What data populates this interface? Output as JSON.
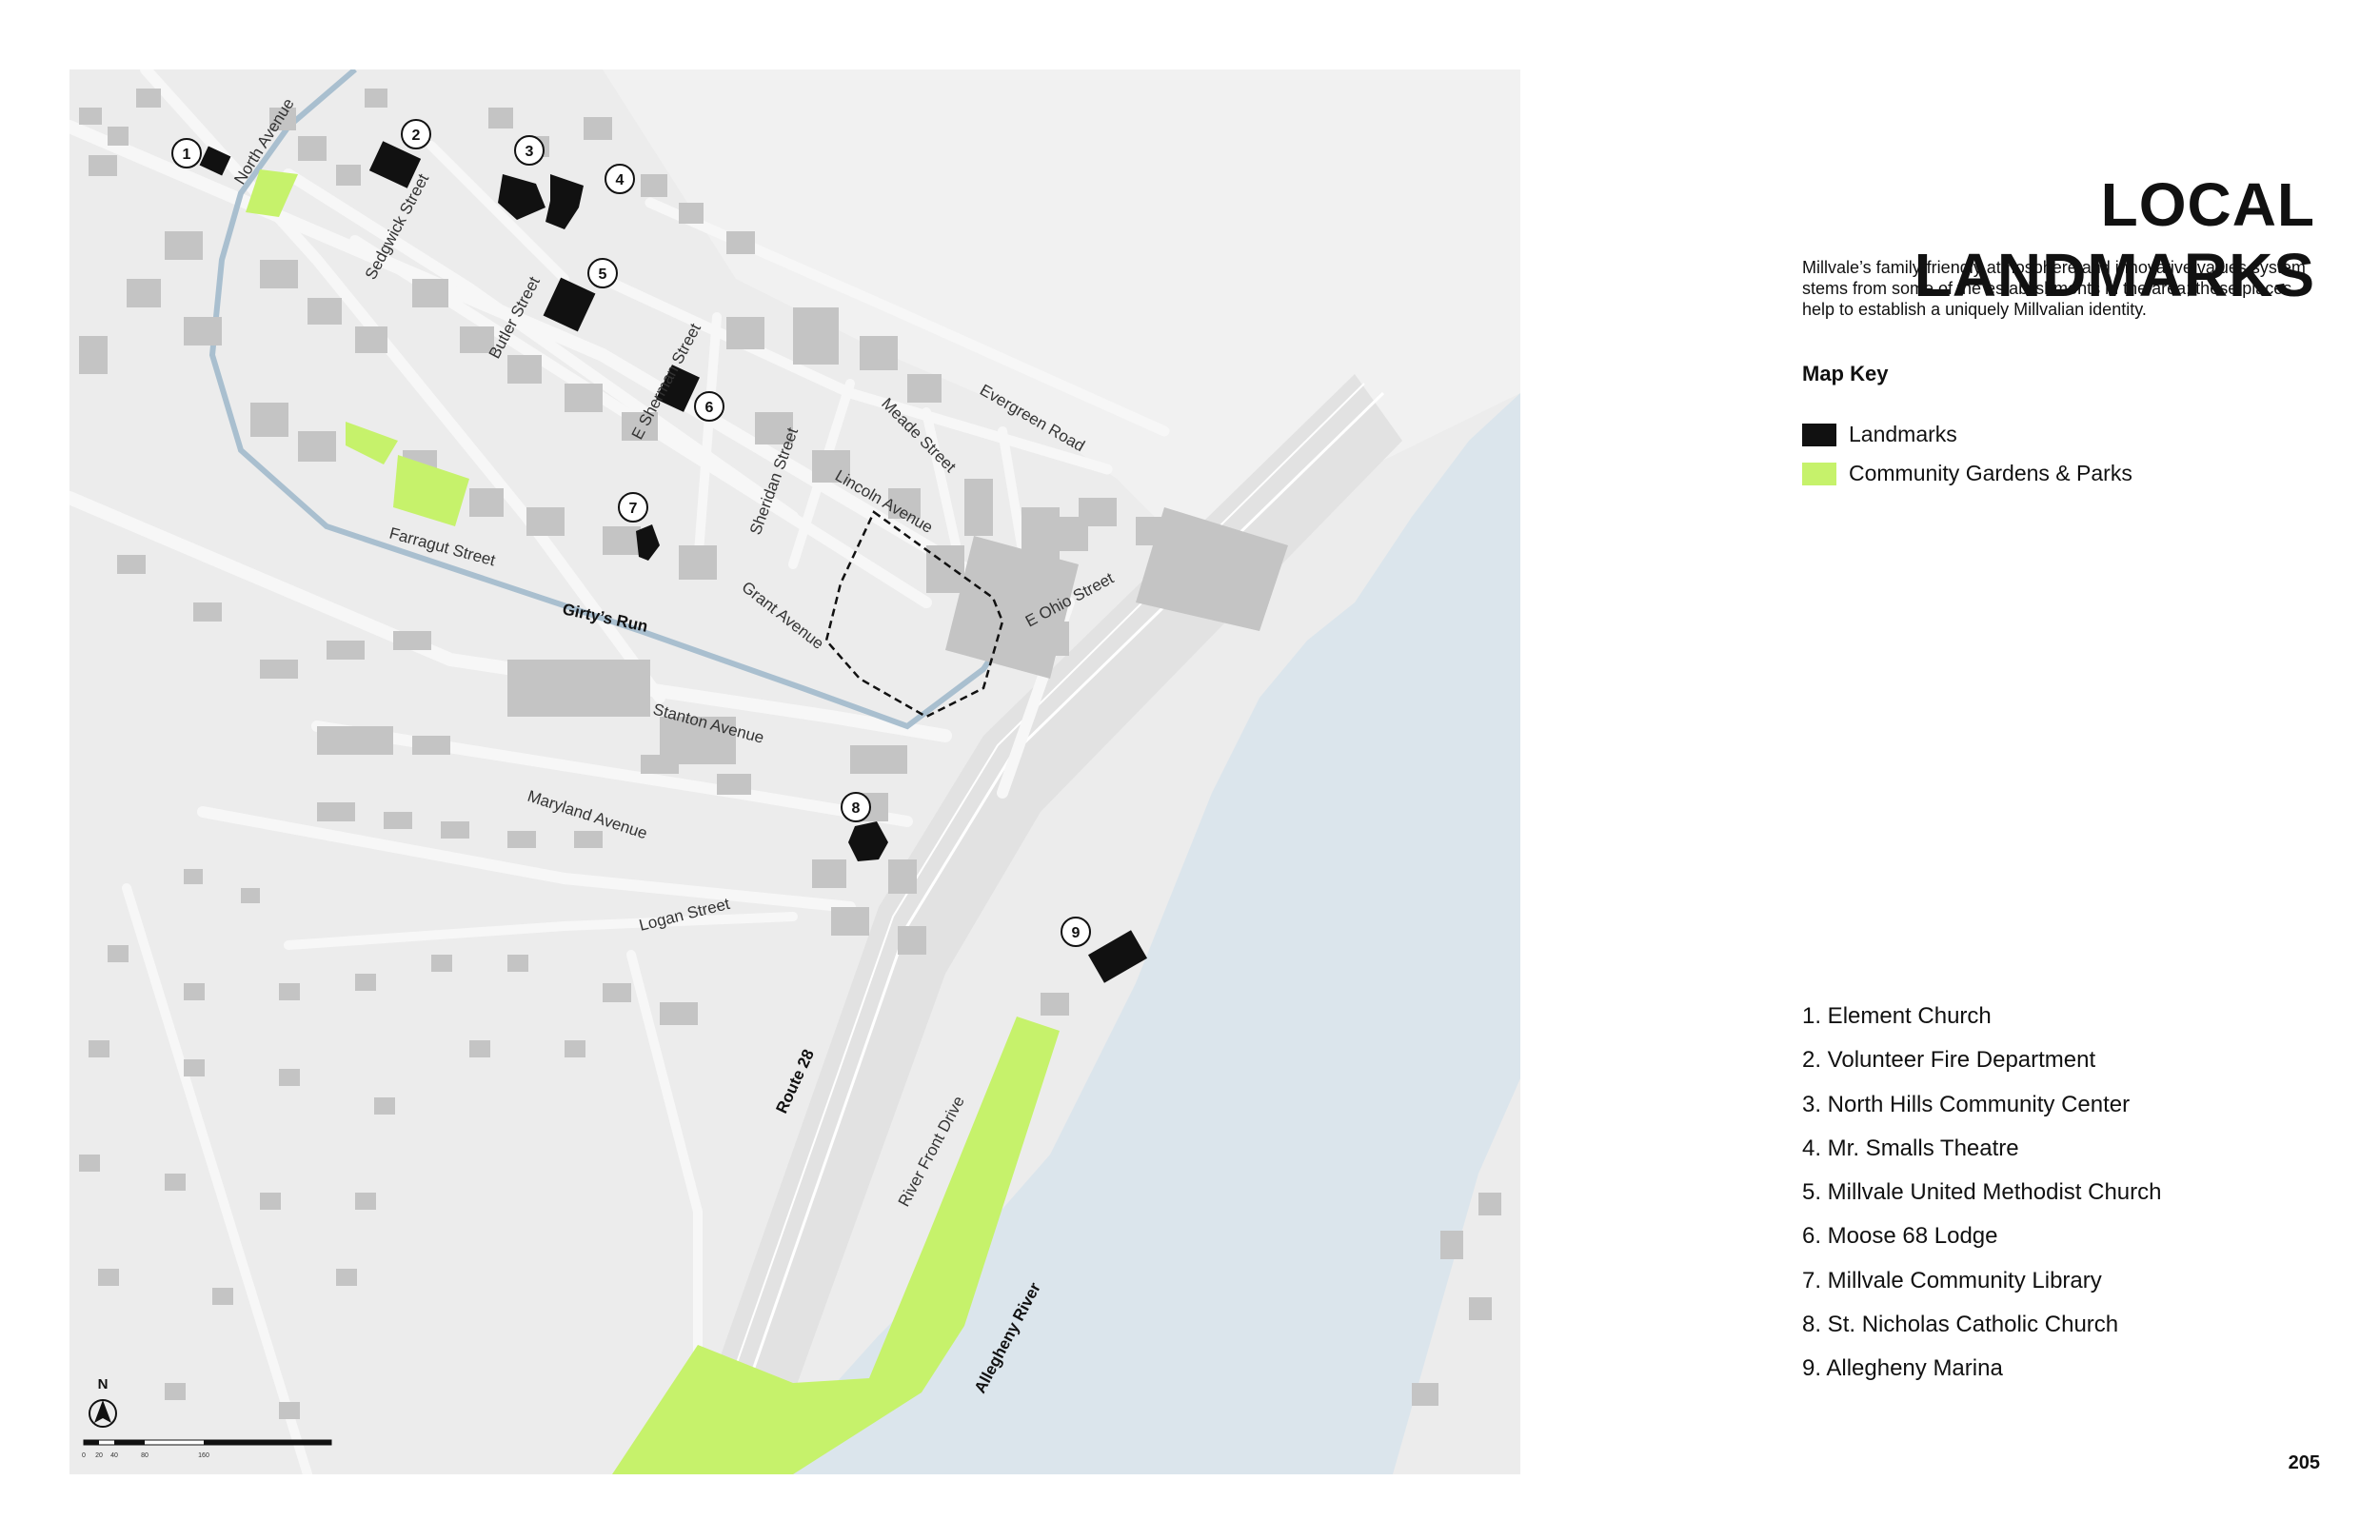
{
  "title": "LOCAL LANDMARKS",
  "intro": "Millvale’s family-friendly atmosphere and innovative values system stems from some of the establishments in the area; these places help to establish a uniquely Millvalian identity.",
  "map_key": {
    "title": "Map Key",
    "items": [
      {
        "label": "Landmarks",
        "color": "#111111"
      },
      {
        "label": "Community Gardens & Parks",
        "color": "#c6f26b"
      }
    ]
  },
  "landmarks": [
    "1. Element Church",
    "2. Volunteer Fire Department",
    "3. North Hills Community Center",
    "4. Mr. Smalls Theatre",
    "5. Millvale United Methodist Church",
    "6. Moose 68 Lodge",
    "7. Millvale Community Library",
    "8. St. Nicholas Catholic Church",
    "9. Allegheny Marina"
  ],
  "map": {
    "markers": [
      "1",
      "2",
      "3",
      "4",
      "5",
      "6",
      "7",
      "8",
      "9"
    ],
    "streets": {
      "north_avenue": "North Avenue",
      "sedgwick_street": "Sedgwick Street",
      "butler_street": "Butler Street",
      "e_sherman_street": "E Sherman Street",
      "sheridan_street": "Sheridan Street",
      "meade_street": "Meade Street",
      "evergreen_road": "Evergreen Road",
      "lincoln_avenue": "Lincoln Avenue",
      "farragut_street": "Farragut Street",
      "grant_avenue": "Grant Avenue",
      "e_ohio_street": "E Ohio Street",
      "stanton_avenue": "Stanton Avenue",
      "maryland_avenue": "Maryland Avenue",
      "logan_street": "Logan Street",
      "route_28": "Route 28",
      "river_front_drive": "River Front Drive"
    },
    "water": {
      "girtys_run": "Girty’s Run",
      "allegheny_river": "Allegheny River"
    },
    "north_label": "N",
    "scale_labels": [
      "0",
      "20",
      "40",
      "80",
      "160"
    ],
    "colors": {
      "land": "#ececec",
      "building": "#c4c4c4",
      "landmark": "#111111",
      "park": "#c6f26b",
      "river": "#dbe5ec",
      "creek": "#a9bfcf"
    }
  },
  "page_number": "205"
}
